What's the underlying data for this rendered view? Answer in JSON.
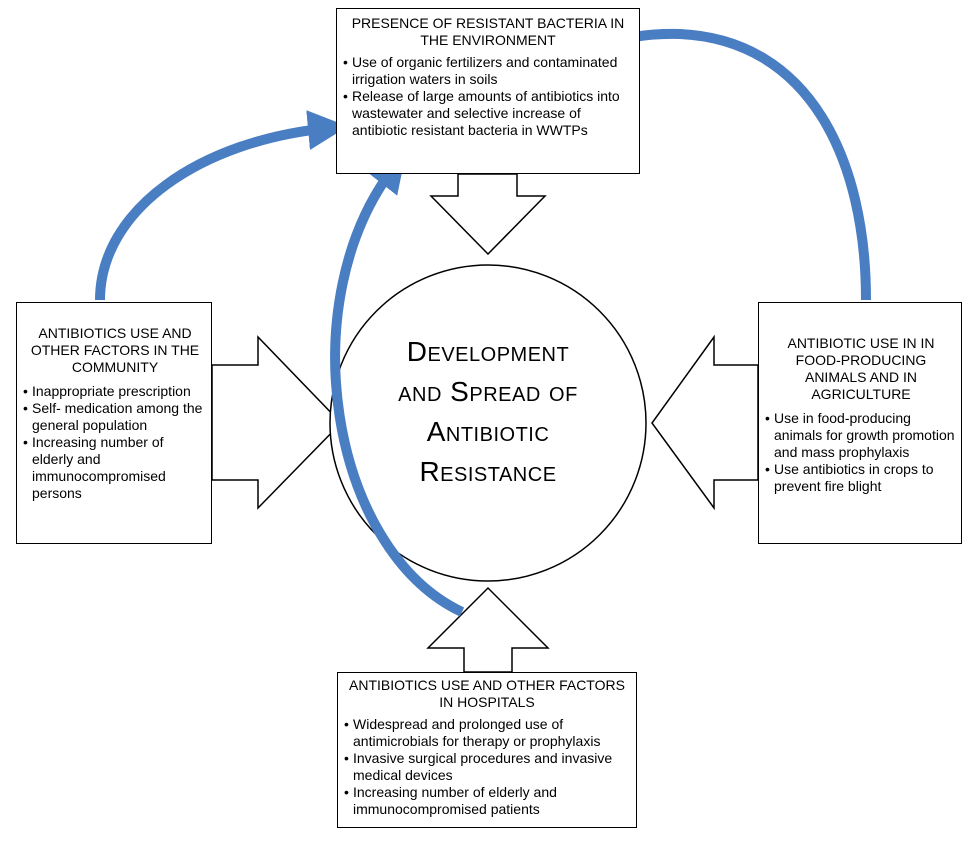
{
  "center": {
    "title_lines": [
      "Development",
      "and Spread of",
      "Antibiotic",
      "Resistance"
    ]
  },
  "boxes": {
    "environment": {
      "title": "PRESENCE OF RESISTANT BACTERIA IN THE ENVIRONMENT",
      "items": [
        "Use of organic fertilizers and contaminated irrigation waters in soils",
        "Release of large amounts of antibiotics into wastewater and selective increase of antibiotic resistant bacteria in WWTPs"
      ]
    },
    "community": {
      "title": "ANTIBIOTICS USE AND OTHER FACTORS IN THE COMMUNITY",
      "items": [
        "Inappropriate prescription",
        "Self- medication among the general population",
        "Increasing number of elderly and immunocompromised persons"
      ]
    },
    "animals": {
      "title": "ANTIBIOTIC USE IN IN FOOD-PRODUCING ANIMALS AND IN AGRICULTURE",
      "items": [
        "Use in food-producing animals for growth promotion and mass prophylaxis",
        "Use antibiotics in crops to prevent fire blight"
      ]
    },
    "hospitals": {
      "title": "ANTIBIOTICS USE AND OTHER FACTORS IN HOSPITALS",
      "items": [
        "Widespread and prolonged use of antimicrobials for therapy or prophylaxis",
        "Invasive surgical procedures and invasive medical devices",
        "Increasing number of elderly and immunocompromised patients"
      ]
    }
  },
  "colors": {
    "flow_arrow": "#4a7ec2",
    "outline": "#000000",
    "background": "#ffffff"
  }
}
